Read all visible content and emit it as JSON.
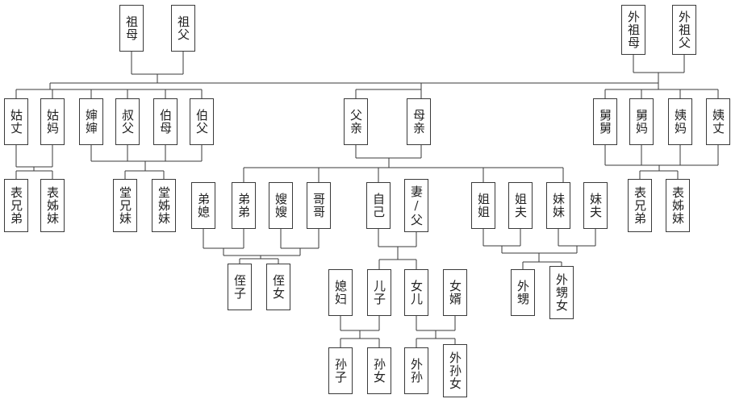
{
  "nodes": {
    "grandmother": "祖母",
    "grandfather": "祖父",
    "maternal_grandmother": "外祖母",
    "maternal_grandfather": "外祖父",
    "paternal_aunt_husband": "姑丈",
    "paternal_aunt": "姑妈",
    "uncle_wife": "婶婶",
    "uncle": "叔父",
    "elder_uncle_wife": "伯母",
    "elder_uncle": "伯父",
    "father": "父亲",
    "mother": "母亲",
    "maternal_uncle": "舅舅",
    "maternal_uncle_wife": "舅妈",
    "maternal_aunt": "姨妈",
    "maternal_aunt_husband": "姨丈",
    "cousin_brothers_paternal": "表兄弟",
    "cousin_sisters_paternal": "表姊妹",
    "tang_brothers": "堂兄妹",
    "tang_sisters": "堂姊妹",
    "younger_brother_wife": "弟媳",
    "younger_brother": "弟弟",
    "elder_brother_wife": "嫂嫂",
    "elder_brother": "哥哥",
    "self": "自己",
    "spouse": "妻/父",
    "elder_sister": "姐姐",
    "elder_sister_husband": "姐夫",
    "younger_sister": "妹妹",
    "younger_sister_husband": "妹夫",
    "cousin_brothers_maternal": "表兄弟",
    "cousin_sisters_maternal": "表姊妹",
    "nephew": "侄子",
    "niece": "侄女",
    "daughter_in_law": "媳妇",
    "son": "儿子",
    "daughter": "女儿",
    "son_in_law": "女婿",
    "sister_son": "外甥",
    "sister_daughter": "外甥女",
    "grandson": "孙子",
    "granddaughter": "孙女",
    "daughter_son": "外孙",
    "daughter_daughter": "外孙女"
  },
  "colors": {
    "line": "#3a3a3a",
    "border": "#3a3a3a",
    "text": "#222222"
  }
}
